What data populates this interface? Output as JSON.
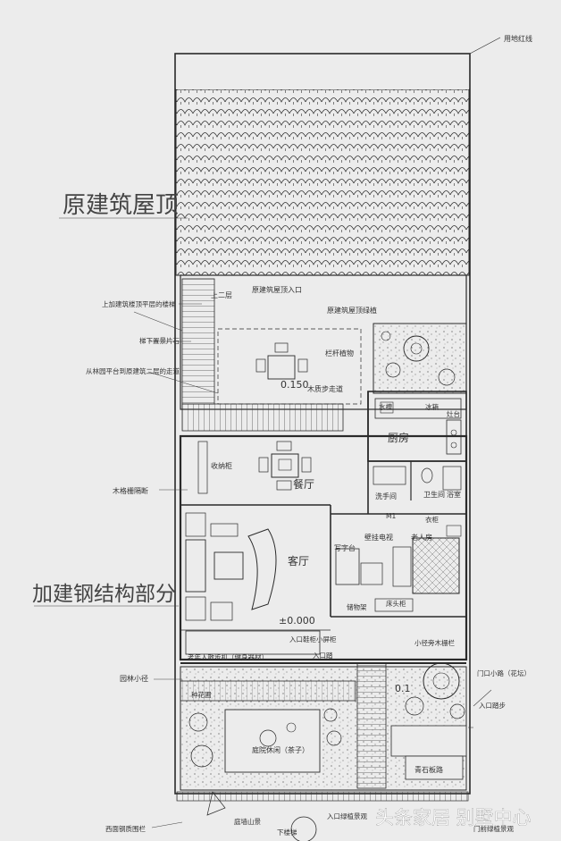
{
  "title_labels": {
    "property_line": "用地红线",
    "orig_roof": "原建筑屋顶",
    "steel_part": "加建钢结构部分"
  },
  "roof_area": {
    "to_second_floor": "上二层",
    "orig_roof_entrance": "原建筑屋顶入口",
    "orig_roof_garden": "原建筑屋顶绿植",
    "stairs_to_roof": "上加建筑楼顶平层的楼梯",
    "stairs_down_to_terrace": "梯下置景片石",
    "linked_corridor": "从林园平台到原建筑二层的走道",
    "railing_planter": "栏杆植物",
    "level_upper": "0.150",
    "wood_deck_walkway": "木质步走道"
  },
  "rooms": {
    "kitchen": "厨房",
    "sink": "水槽",
    "fridge": "冰箱",
    "stove": "灶台",
    "dining": "餐厅",
    "sideboard": "收纳柜",
    "living": "客厅",
    "wood_partition": "木格栅隔断",
    "wash_basin": "洗手间",
    "wc": "卫生间",
    "bath": "浴室",
    "elder_room": "老人房",
    "wardrobe": "衣柜",
    "desk": "写字台",
    "wall_tv": "壁挂电视",
    "storage_shelf": "储物架",
    "bed_cabinet": "床头柜",
    "door_label": "M1",
    "level_ground": "±0.000",
    "entry_cabinet": "入口鞋柜小屏柜",
    "wheelchair_ramp": "老年人散步机（健身器材）",
    "entry_step": "入口踏"
  },
  "garden": {
    "garden_path": "园林小径",
    "small_path_planting": "小径旁木栅栏",
    "entry_side_label": "入口踏步",
    "small_gate_label": "门口小路（花坛）",
    "level_garden": "0.1",
    "courtyard_lounge": "庭院休闲（茶子）",
    "flower_bed": "种花圃",
    "stone_path": "青石板路",
    "entry_sign": "入口绿植景观",
    "hedge_label": "庭墙山景",
    "down_steps": "下楼梯",
    "west_fence": "西面钢质围栏",
    "gate_landscape": "门前绿植景观"
  },
  "watermark": {
    "text": "头条家居  别墅中心"
  },
  "colors": {
    "paper": "#ececec",
    "line": "#2a2a2a",
    "watermark": "#ffffff"
  }
}
